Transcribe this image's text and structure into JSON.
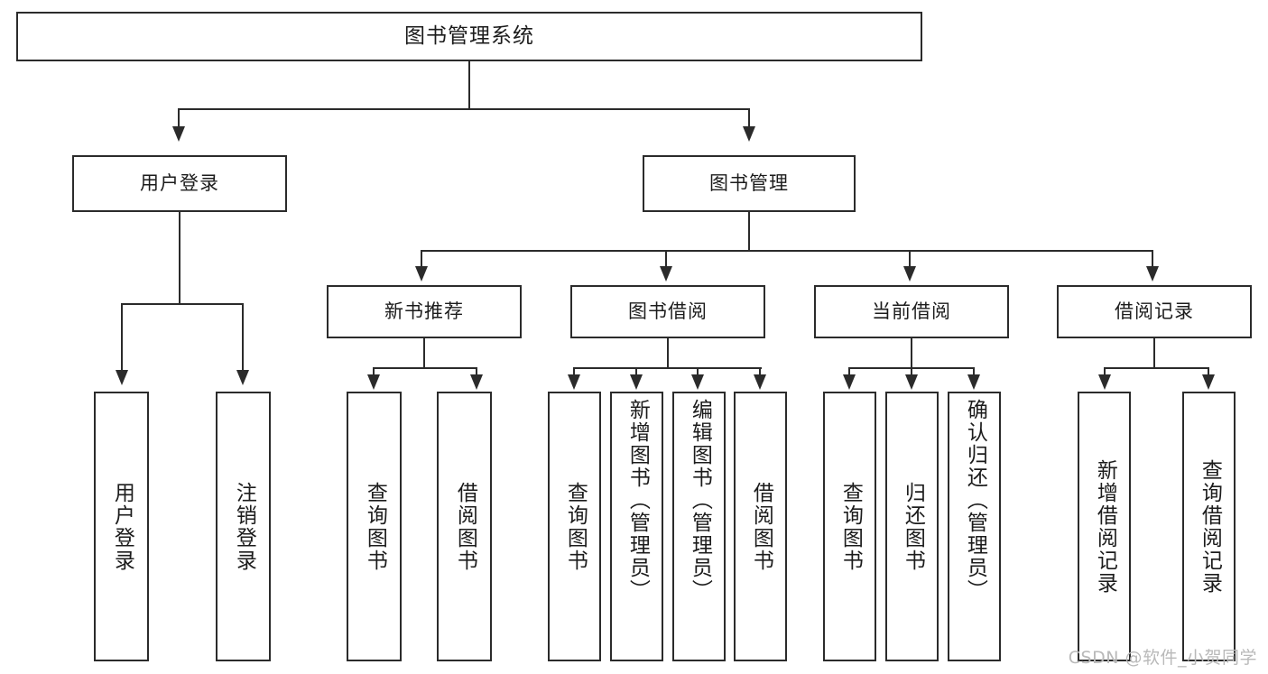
{
  "diagram": {
    "title": "图书管理系统",
    "type": "hierarchy-tree",
    "watermark": "CSDN @软件_小贺同学",
    "colors": {
      "stroke": "#2b2b2b",
      "fill": "#ffffff",
      "text": "#1c1c1c",
      "watermark": "#b9b9b9"
    },
    "root": {
      "label": "图书管理系统"
    },
    "level1": [
      {
        "label": "用户登录"
      },
      {
        "label": "图书管理"
      }
    ],
    "level2": [
      {
        "label": "新书推荐"
      },
      {
        "label": "图书借阅"
      },
      {
        "label": "当前借阅"
      },
      {
        "label": "借阅记录"
      }
    ],
    "leaves": {
      "user_login": [
        {
          "label": "用户登录"
        },
        {
          "label": "注销登录"
        }
      ],
      "new_book": [
        {
          "label": "查询图书"
        },
        {
          "label": "借阅图书"
        }
      ],
      "borrow": [
        {
          "label": "查询图书"
        },
        {
          "label": "新增图书（管理员）"
        },
        {
          "label": "编辑图书（管理员）"
        },
        {
          "label": "借阅图书"
        }
      ],
      "current": [
        {
          "label": "查询图书"
        },
        {
          "label": "归还图书"
        },
        {
          "label": "确认归还（管理员）"
        }
      ],
      "records": [
        {
          "label": "新增借阅记录"
        },
        {
          "label": "查询借阅记录"
        }
      ]
    }
  }
}
